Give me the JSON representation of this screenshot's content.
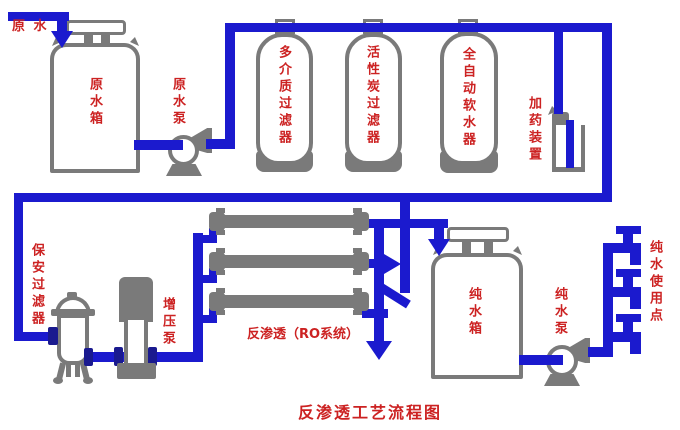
{
  "title": "反渗透工艺流程图",
  "labels": {
    "raw_water_in": "原 水",
    "raw_tank": "原水箱",
    "raw_pump": "原水泵",
    "media_filter": "多介质过滤器",
    "carbon_filter": "活性炭过滤器",
    "softener": "全自动软水器",
    "dosing_device": "加药装置",
    "security_filter": "保安过滤器",
    "booster_pump": "增压泵",
    "ro_system": "反渗透（RO系统）",
    "pure_tank": "纯水箱",
    "pure_pump": "纯水泵",
    "use_points": "纯水使用点"
  },
  "colors": {
    "pipe": "#1b1ace",
    "pipe_connector": "#1a1a8f",
    "equipment": "#7a7a7a",
    "label": "#cc2222",
    "background": "#ffffff"
  }
}
